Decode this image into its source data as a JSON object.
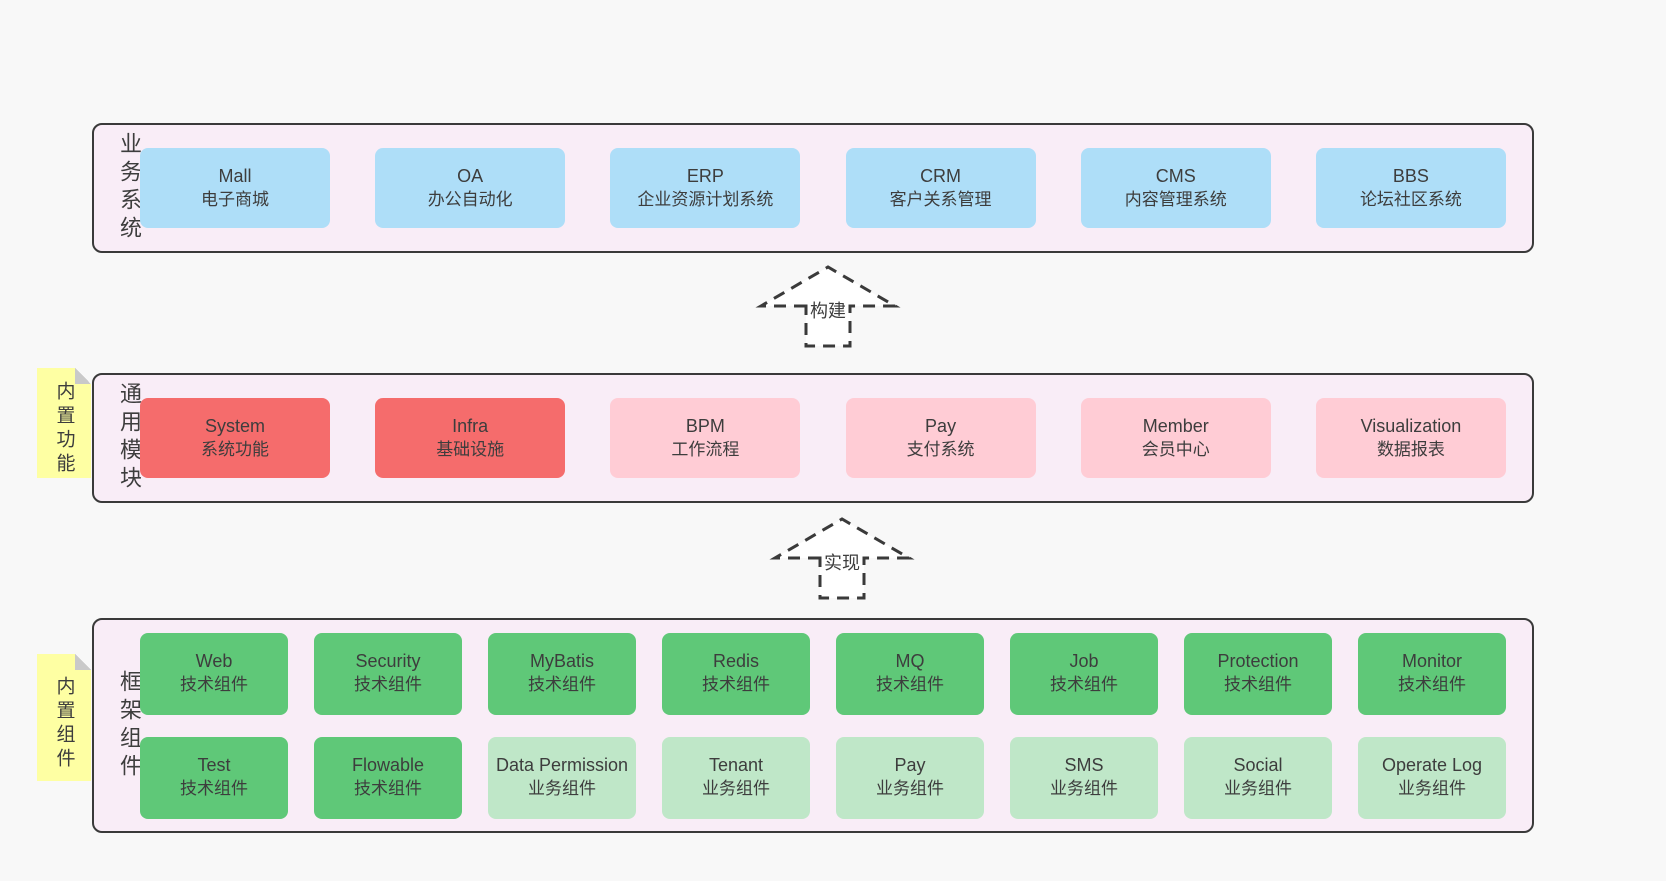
{
  "colors": {
    "page_bg": "#f8f8f8",
    "band_bg": "#f9edf7",
    "band_border": "#3a3a3a",
    "text": "#3d3d3d",
    "sticky_yellow": "#feffa3",
    "sticky_fold": "#c9c9c9",
    "arrow_stroke": "#3a3a3a",
    "blue": "#aedef8",
    "red": "#f56c6c",
    "pink": "#ffccd5",
    "green": "#5fc878",
    "light_green": "#bfe7c8"
  },
  "arrows": [
    {
      "label": "构建"
    },
    {
      "label": "实现"
    }
  ],
  "layers": [
    {
      "title": "业务系统",
      "sticky": null,
      "rows": [
        [
          {
            "name": "Mall",
            "desc": "电子商城",
            "variant": "blue"
          },
          {
            "name": "OA",
            "desc": "办公自动化",
            "variant": "blue"
          },
          {
            "name": "ERP",
            "desc": "企业资源计划系统",
            "variant": "blue"
          },
          {
            "name": "CRM",
            "desc": "客户关系管理",
            "variant": "blue"
          },
          {
            "name": "CMS",
            "desc": "内容管理系统",
            "variant": "blue"
          },
          {
            "name": "BBS",
            "desc": "论坛社区系统",
            "variant": "blue"
          }
        ]
      ]
    },
    {
      "title": "通用模块",
      "sticky": "内置功能",
      "rows": [
        [
          {
            "name": "System",
            "desc": "系统功能",
            "variant": "red"
          },
          {
            "name": "Infra",
            "desc": "基础设施",
            "variant": "red"
          },
          {
            "name": "BPM",
            "desc": "工作流程",
            "variant": "pink"
          },
          {
            "name": "Pay",
            "desc": "支付系统",
            "variant": "pink"
          },
          {
            "name": "Member",
            "desc": "会员中心",
            "variant": "pink"
          },
          {
            "name": "Visualization",
            "desc": "数据报表",
            "variant": "pink"
          }
        ]
      ]
    },
    {
      "title": "框架组件",
      "sticky": "内置组件",
      "rows": [
        [
          {
            "name": "Web",
            "desc": "技术组件",
            "variant": "green"
          },
          {
            "name": "Security",
            "desc": "技术组件",
            "variant": "green"
          },
          {
            "name": "MyBatis",
            "desc": "技术组件",
            "variant": "green"
          },
          {
            "name": "Redis",
            "desc": "技术组件",
            "variant": "green"
          },
          {
            "name": "MQ",
            "desc": "技术组件",
            "variant": "green"
          },
          {
            "name": "Job",
            "desc": "技术组件",
            "variant": "green"
          },
          {
            "name": "Protection",
            "desc": "技术组件",
            "variant": "green"
          },
          {
            "name": "Monitor",
            "desc": "技术组件",
            "variant": "green"
          }
        ],
        [
          {
            "name": "Test",
            "desc": "技术组件",
            "variant": "green"
          },
          {
            "name": "Flowable",
            "desc": "技术组件",
            "variant": "green"
          },
          {
            "name": "Data Permission",
            "desc": "业务组件",
            "variant": "light_green"
          },
          {
            "name": "Tenant",
            "desc": "业务组件",
            "variant": "light_green"
          },
          {
            "name": "Pay",
            "desc": "业务组件",
            "variant": "light_green"
          },
          {
            "name": "SMS",
            "desc": "业务组件",
            "variant": "light_green"
          },
          {
            "name": "Social",
            "desc": "业务组件",
            "variant": "light_green"
          },
          {
            "name": "Operate Log",
            "desc": "业务组件",
            "variant": "light_green"
          }
        ]
      ]
    }
  ]
}
